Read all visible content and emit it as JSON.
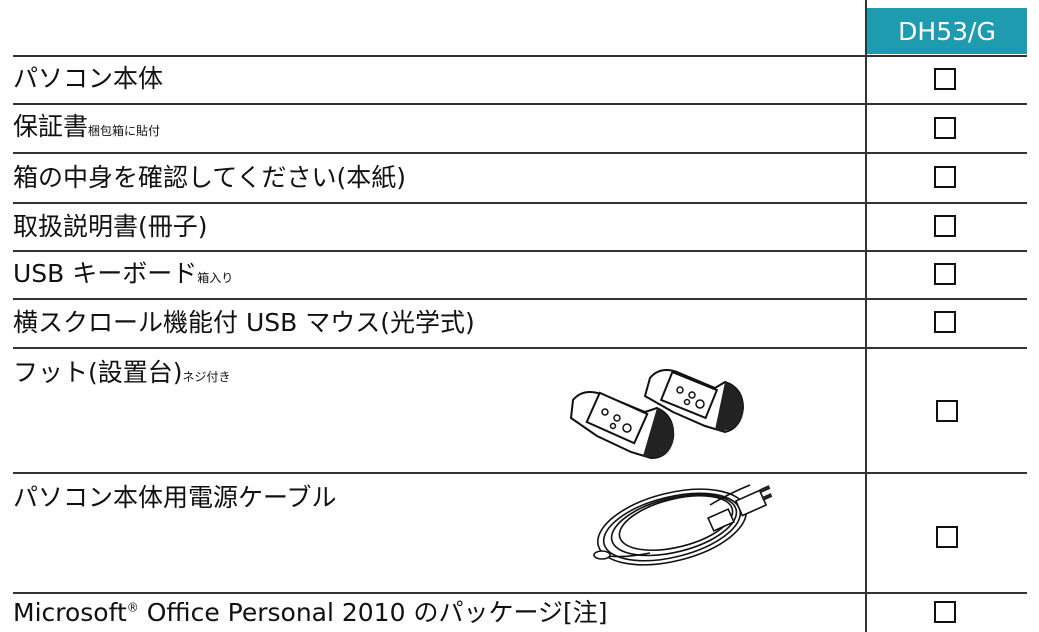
{
  "header": {
    "model": "DH53/G"
  },
  "rows": [
    {
      "label": "パソコン本体",
      "note": ""
    },
    {
      "label": "保証書",
      "note": "梱包箱に貼付"
    },
    {
      "label": "箱の中身を確認してください(本紙)",
      "note": ""
    },
    {
      "label": "取扱説明書(冊子)",
      "note": ""
    },
    {
      "label": "USB キーボード",
      "note": "箱入り"
    },
    {
      "label": "横スクロール機能付 USB マウス(光学式)",
      "note": ""
    },
    {
      "label": "フット(設置台)",
      "note": "ネジ付き"
    },
    {
      "label": "パソコン本体用電源ケーブル",
      "note": ""
    },
    {
      "label": "Microsoft",
      "reg": "®",
      "label2": " Office Personal 2010 のパッケージ[注]",
      "note": ""
    }
  ],
  "icons": {
    "foot": "foot-stand-illustration",
    "cable": "power-cable-illustration",
    "checkbox": "checkbox-square-icon"
  },
  "colors": {
    "header_bg": "#1f9bb0",
    "header_text": "#ffffff",
    "rule": "#333333"
  }
}
